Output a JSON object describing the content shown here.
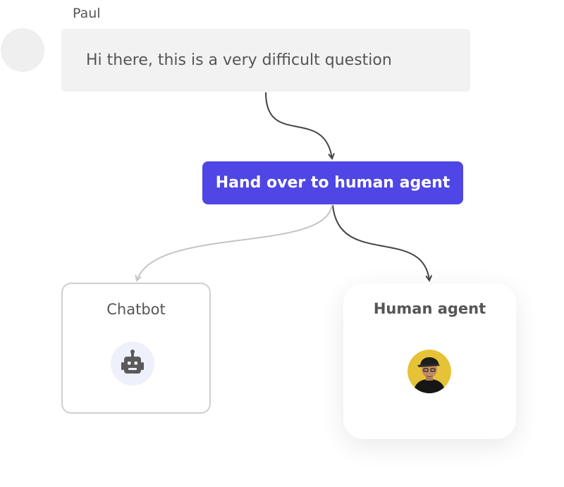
{
  "message": {
    "sender": "Paul",
    "text": "Hi there, this is a very difficult question"
  },
  "action": {
    "label": "Hand over to human agent",
    "color": "#4f46e5"
  },
  "targets": {
    "chatbot": {
      "label": "Chatbot",
      "icon": "robot-icon"
    },
    "human": {
      "label": "Human agent",
      "icon": "agent-avatar"
    }
  },
  "colors": {
    "active_connector": "#444444",
    "inactive_connector": "#c4c4c4",
    "bubble_bg": "#f2f2f2"
  }
}
